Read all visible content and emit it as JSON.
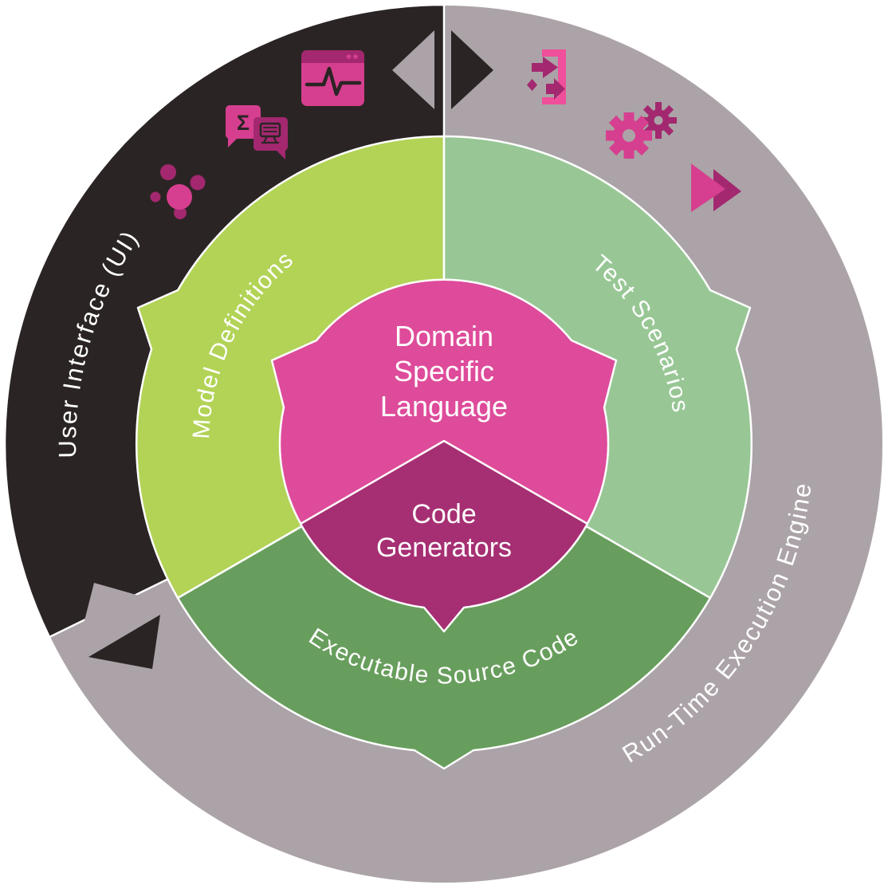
{
  "colors": {
    "page_bg": "#ffffff",
    "ui_black": "#2b2424",
    "runtime_gray": "#aba3a7",
    "lime": "#b2d356",
    "light_green": "#98c795",
    "dark_green": "#689e5d",
    "pink": "#de4b9a",
    "magenta": "#a62f73",
    "icon_pink": "#d63f8f",
    "icon_magenta": "#a3286f",
    "bracket_pink": "#ef4f9b",
    "glyph_dark": "#2b2424",
    "label_white": "#ffffff"
  },
  "center": {
    "dsl": [
      "Domain",
      "Specific",
      "Language"
    ],
    "generators": [
      "Code",
      "Generators"
    ]
  },
  "middle_ring": {
    "model_definitions": "Model Definitions",
    "test_scenarios": "Test Scenarios",
    "executable_source_code": "Executable Source Code"
  },
  "outer_ring": {
    "user_interface": "User Interface (UI)",
    "runtime_engine": "Run-Time Execution Engine"
  },
  "glyphs": {
    "sigma": "Σ"
  },
  "icons": {
    "molecule-icon": "cluster of linked circles",
    "chat-bubbles-icon": "two speech bubbles with sigma and computer",
    "app-window-pulse-icon": "application window with heartbeat line",
    "flow-arrow-left-icon": "gray triangle pointing counter-clockwise",
    "flow-arrow-right-icon": "black triangle pointing clockwise",
    "import-bracket-icon": "arrows merging into a bracket",
    "gears-icon": "two meshed gears",
    "fast-forward-icon": "double play triangles",
    "flow-arrows-bottom-left": "triangle pair at lower segment boundary"
  }
}
